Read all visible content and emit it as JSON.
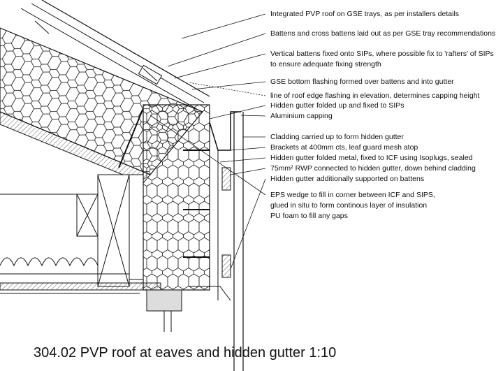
{
  "title": "304.02 PVP roof at eaves and hidden gutter 1:10",
  "annotations": [
    {
      "lines": [
        "Integrated PVP roof on GSE trays, as per installers details"
      ]
    },
    {
      "lines": [
        "Battens and cross battens laid out as per GSE tray recommendations"
      ]
    },
    {
      "lines": [
        "Vertical battens fixed onto SIPs, where possible fix to 'rafters' of SIPs",
        "to ensure adequate fixing strength"
      ]
    },
    {
      "lines": [
        "GSE bottom flashing formed over battens and into gutter"
      ]
    },
    {
      "lines": [
        "line of roof edge flashing in elevation, determines capping height"
      ]
    },
    {
      "lines": [
        "Hidden gutter folded up and fixed to SIPs"
      ]
    },
    {
      "lines": [
        "Aluminium capping"
      ]
    },
    {
      "lines": [
        "Cladding carried up to form hidden gutter"
      ]
    },
    {
      "lines": [
        "Brackets at 400mm cts, leaf guard mesh atop"
      ]
    },
    {
      "lines": [
        "Hidden gutter folded metal, fixed to ICF using Isoplugs, sealed"
      ]
    },
    {
      "lines": [
        "75mm² RWP connected to hidden gutter, down behind cladding"
      ]
    },
    {
      "lines": [
        "Hidden gutter additionally supported on battens"
      ]
    },
    {
      "lines": [
        "EPS wedge to fill in corner between ICF and SIPS,",
        "glued in situ to form continous layer of insulation",
        "PU foam to fill any gaps"
      ]
    }
  ]
}
